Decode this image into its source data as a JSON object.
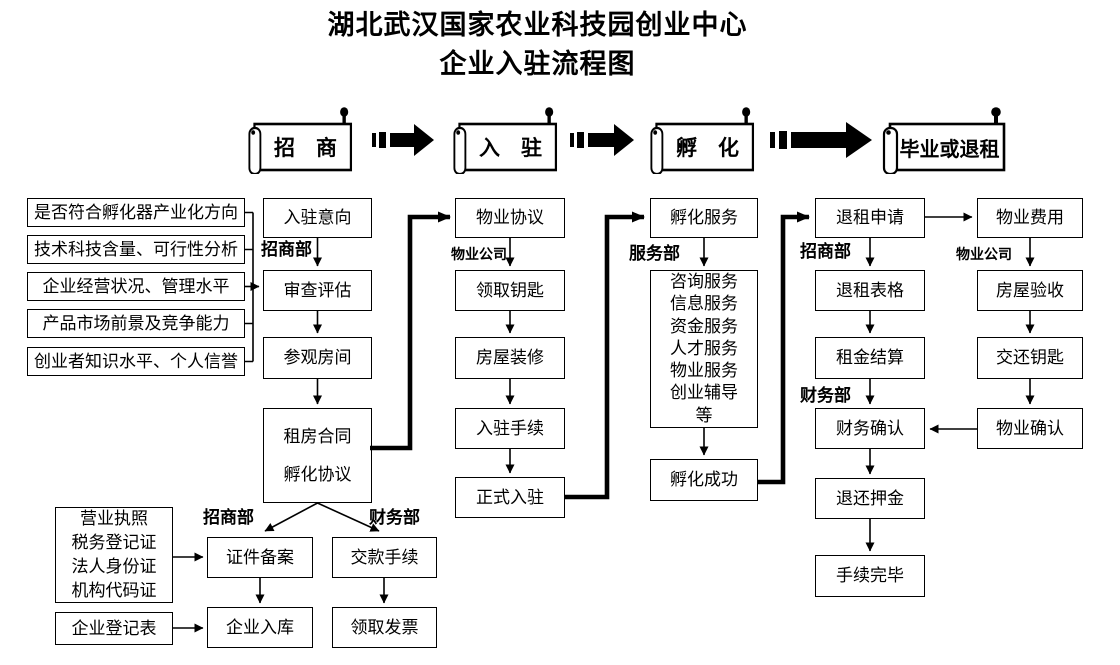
{
  "title": {
    "line1": "湖北武汉国家农业科技园创业中心",
    "line2": "企业入驻流程图"
  },
  "banners": [
    "招　商",
    "入　驻",
    "孵　化",
    "毕业或退租"
  ],
  "criteria": [
    "是否符合孵化器产业化方向",
    "技术科技含量、可行性分析",
    "企业经营状况、管理水平",
    "产品市场前景及竞争能力",
    "创业者知识水平、个人信誉"
  ],
  "dept_labels": {
    "col2": "招商部",
    "col3": "物业公司",
    "col4": "服务部",
    "col5_top": "招商部",
    "col5_mid": "财务部",
    "col6": "物业公司",
    "lower_left": "招商部",
    "lower_right": "财务部"
  },
  "nodes": {
    "entry_intent": "入驻意向",
    "review": "审查评估",
    "visit_room": "参观房间",
    "lease_contract": [
      "租房合同",
      "孵化协议"
    ],
    "property_agreement": "物业协议",
    "get_keys": "领取钥匙",
    "renovation": "房屋装修",
    "entry_procedure": "入驻手续",
    "official_entry": "正式入驻",
    "incubation_service": "孵化服务",
    "services": [
      "咨询服务",
      "信息服务",
      "资金服务",
      "人才服务",
      "物业服务",
      "创业辅导",
      "等"
    ],
    "incubation_success": "孵化成功",
    "refund_request": "退租申请",
    "refund_form": "退租表格",
    "rent_settlement": "租金结算",
    "finance_confirm": "财务确认",
    "deposit_return": "退还押金",
    "procedure_complete": "手续完毕",
    "property_fee": "物业费用",
    "house_inspection": "房屋验收",
    "return_keys": "交还钥匙",
    "property_confirm": "物业确认",
    "cert_filing": "证件备案",
    "payment_procedure": "交款手续",
    "company_entry_db": "企业入库",
    "get_invoice": "领取发票",
    "documents": [
      "营业执照",
      "税务登记证",
      "法人身份证",
      "机构代码证"
    ],
    "registration_form": "企业登记表"
  },
  "colors": {
    "ink": "#000000",
    "paper": "#ffffff"
  }
}
